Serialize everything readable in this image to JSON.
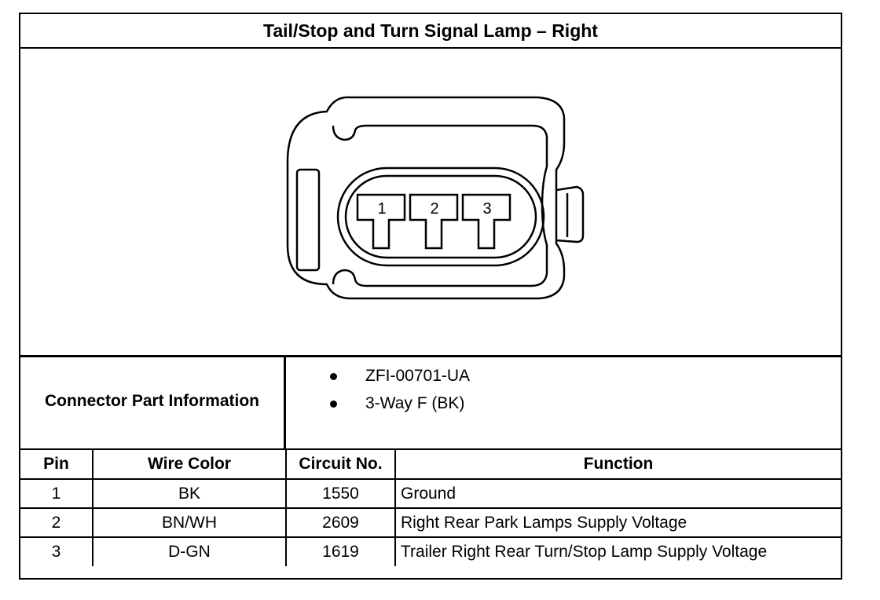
{
  "title": "Tail/Stop and Turn Signal Lamp – Right",
  "connector": {
    "pins": [
      {
        "label": "1"
      },
      {
        "label": "2"
      },
      {
        "label": "3"
      }
    ]
  },
  "part_info": {
    "label": "Connector Part Information",
    "items": [
      "ZFI-00701-UA",
      "3-Way F (BK)"
    ]
  },
  "pin_table": {
    "headers": {
      "pin": "Pin",
      "wire_color": "Wire Color",
      "circuit": "Circuit No.",
      "function": "Function"
    },
    "rows": [
      {
        "pin": "1",
        "wire_color": "BK",
        "circuit": "1550",
        "function": "Ground"
      },
      {
        "pin": "2",
        "wire_color": "BN/WH",
        "circuit": "2609",
        "function": "Right Rear Park Lamps Supply Voltage"
      },
      {
        "pin": "3",
        "wire_color": "D-GN",
        "circuit": "1619",
        "function": "Trailer Right Rear Turn/Stop Lamp Supply Voltage"
      }
    ]
  }
}
